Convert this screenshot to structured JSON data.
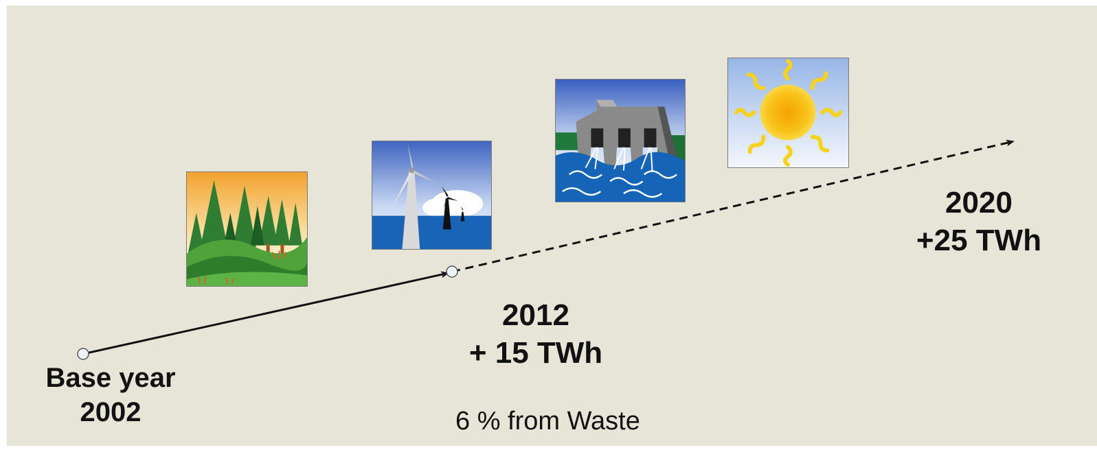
{
  "milestones": {
    "base": {
      "line1": "Base year",
      "line2": "2002"
    },
    "mid": {
      "line1": "2012",
      "line2": "+ 15 TWh"
    },
    "target": {
      "line1": "2020",
      "line2": "+25 TWh"
    }
  },
  "note": "6 % from Waste",
  "icons": [
    "forest-icon",
    "wind-turbine-icon",
    "hydro-dam-icon",
    "sun-icon"
  ],
  "colors": {
    "background": "#e7e5d7",
    "text": "#111111",
    "arrow": "#111111"
  }
}
